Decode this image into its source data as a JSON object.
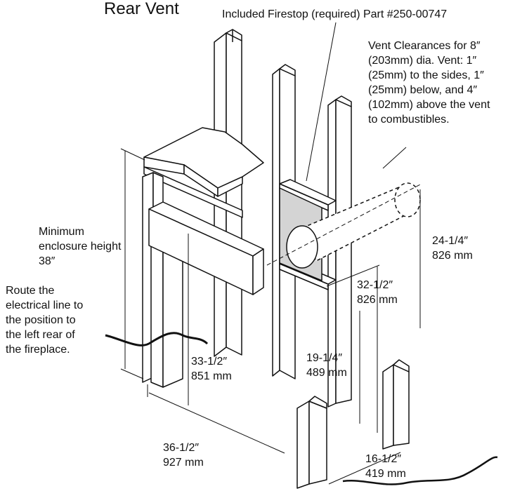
{
  "title": "Rear Vent",
  "firestop_label": "Included Firestop (required) Part #250-00747",
  "vent_clearances": [
    "Vent Clearances for 8″",
    "(203mm) dia. Vent: 1″",
    "(25mm) to the sides, 1″",
    "(25mm) below, and 4″",
    "(102mm) above the vent",
    "to combustibles."
  ],
  "min_enclosure": [
    "Minimum",
    "enclosure height",
    "38″"
  ],
  "electrical": [
    "Route the",
    "electrical line to",
    "the position to",
    "the left rear of",
    "the fireplace."
  ],
  "dims": {
    "d24": [
      "24-1/4″",
      "826 mm"
    ],
    "d32": [
      "32-1/2″",
      "826 mm"
    ],
    "d19": [
      "19-1/4″",
      "489 mm"
    ],
    "d33": [
      "33-1/2″",
      "851 mm"
    ],
    "d36": [
      "36-1/2″",
      "927 mm"
    ],
    "d16": [
      "16-1/2″",
      "419 mm"
    ]
  }
}
